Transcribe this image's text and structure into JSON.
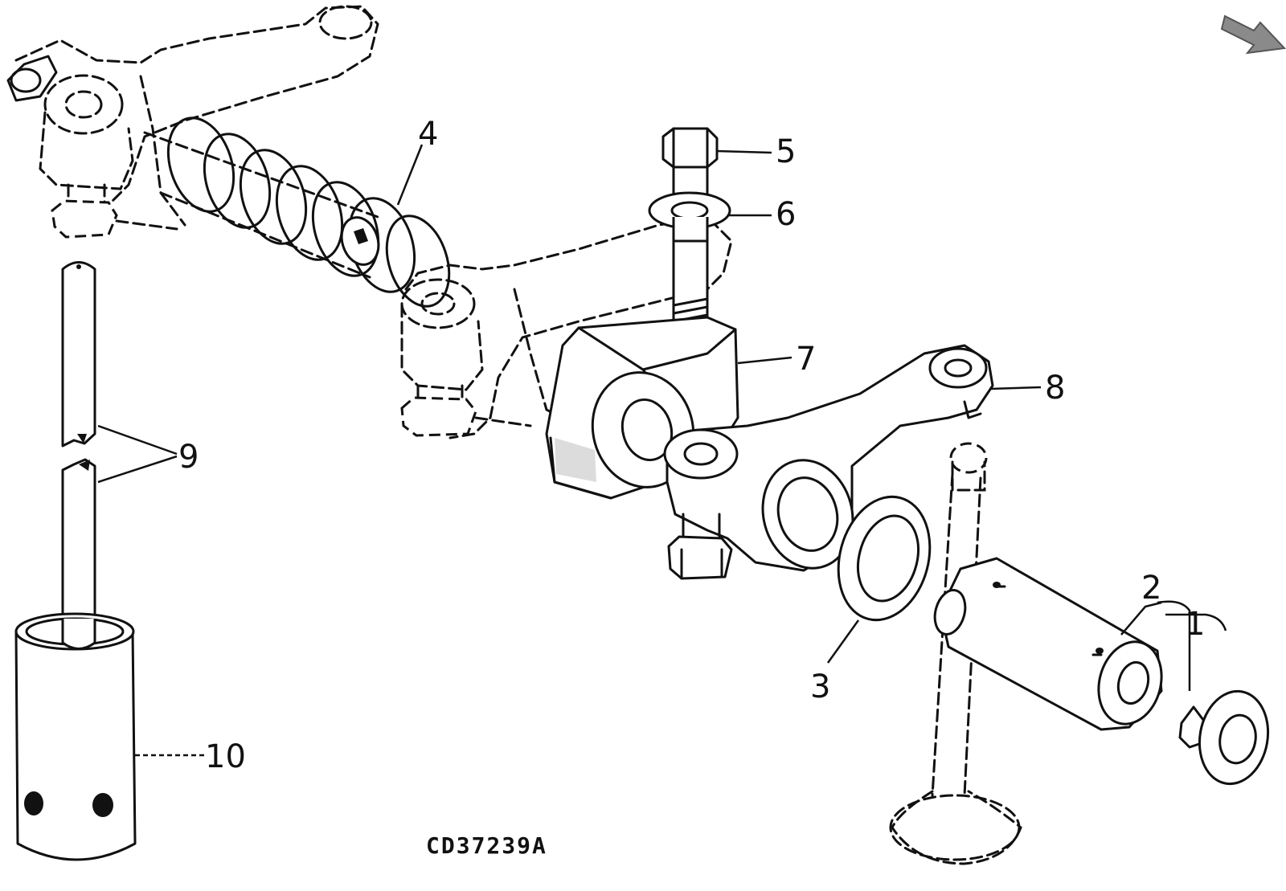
{
  "figure_code": "CD37239A",
  "callouts": [
    {
      "id": "1",
      "text": "1"
    },
    {
      "id": "2",
      "text": "2"
    },
    {
      "id": "3",
      "text": "3"
    },
    {
      "id": "4",
      "text": "4"
    },
    {
      "id": "5",
      "text": "5"
    },
    {
      "id": "6",
      "text": "6"
    },
    {
      "id": "7",
      "text": "7"
    },
    {
      "id": "8",
      "text": "8"
    },
    {
      "id": "9",
      "text": "9"
    },
    {
      "id": "10",
      "text": "10"
    }
  ],
  "icons": {
    "corner_arrow": "arrow-down-right-icon"
  },
  "colors": {
    "line": "#111111",
    "background": "#ffffff",
    "arrow": "#8a8a8a"
  }
}
